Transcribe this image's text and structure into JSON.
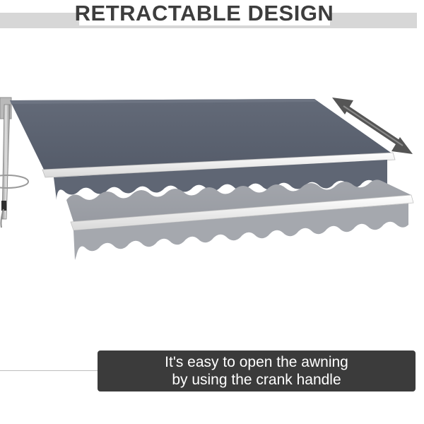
{
  "header": {
    "title": "RETRACTABLE DESIGN"
  },
  "caption": {
    "line1": "It's easy to open the awning",
    "line2": "by using the crank handle"
  },
  "colors": {
    "header_band": "#d7d7d7",
    "title_text": "#3d3d3d",
    "fabric_extended": "#5b6270",
    "fabric_retracting": "#9fa2a8",
    "caption_bg": "#3b3b3b",
    "caption_text": "#ffffff"
  },
  "icons": {
    "direction_arrow": "double-headed-arrow-icon"
  }
}
